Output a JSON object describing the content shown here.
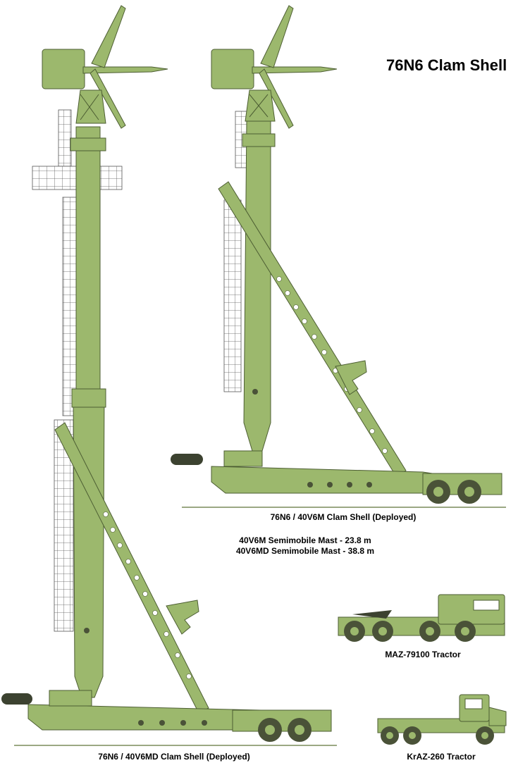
{
  "title": "76N6 Clam Shell",
  "captions": {
    "mast_long": "76N6 / 40V6MD Clam Shell (Deployed)",
    "mast_short": "76N6 / 40V6M Clam Shell (Deployed)",
    "spec_1": "40V6M Semimobile Mast - 23.8 m",
    "spec_2": "40V6MD Semimobile Mast - 38.8 m",
    "tractor_maz": "MAZ-79100 Tractor",
    "tractor_kraz": "KrAZ-260 Tractor"
  },
  "colors": {
    "olive": "#9cb86d",
    "olive_dark": "#7f9a55",
    "outline": "#4d5e33",
    "wheel": "#4a5238",
    "lattice": "#444444",
    "ground": "#7a8c5a"
  }
}
